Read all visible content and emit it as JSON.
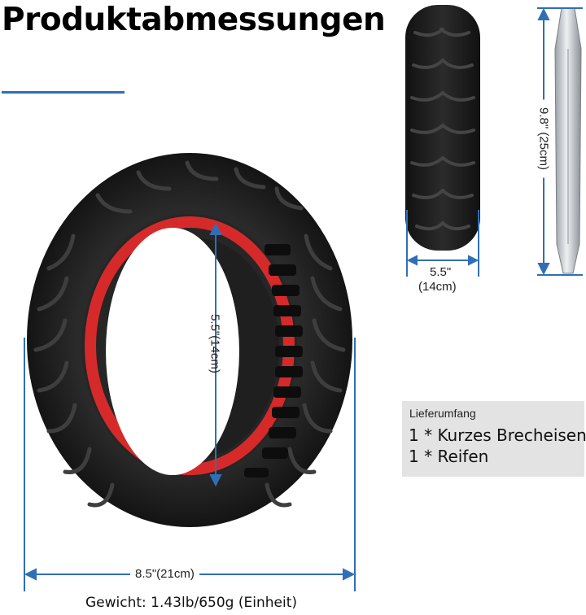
{
  "title": "Produktabmessungen",
  "dimensions": {
    "inner_diameter": "5.5\"(14cm)",
    "outer_diameter": "8.5\"(21cm)",
    "tire_width_in": "5.5\"",
    "tire_width_cm": "(14cm)",
    "lever_length": "9.8\" (25cm)"
  },
  "contents": {
    "caption": "Lieferumfang",
    "items": [
      "1 * Kurzes Brecheisen",
      "1 * Reifen"
    ]
  },
  "weight": "Gewicht: 1.43lb/650g (Einheit)",
  "colors": {
    "accent_blue": "#2f6fb5",
    "tire_black": "#1c1c1c",
    "tire_red": "#d62a2a",
    "box_gray": "#e3e3e3"
  }
}
